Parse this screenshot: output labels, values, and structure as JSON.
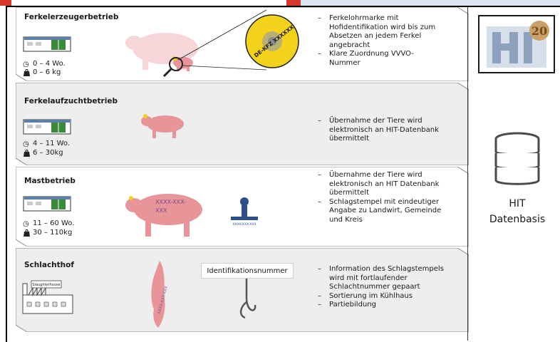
{
  "stages": [
    {
      "title": "Ferkelerzeugerbetrieb",
      "age": "0 – 4 Wo.",
      "weight": "0 – 6 kg",
      "bullets": [
        "Ferkelohrmarke mit Hofidentifikation wird bis zum Absetzen an jedem Ferkel angebracht",
        "Klare Zuordnung VVVO-Nummer"
      ]
    },
    {
      "title": "Ferkelaufzuchtbetrieb",
      "age": "4 – 11 Wo.",
      "weight": "6 – 30kg",
      "bullets": [
        "Übernahme der Tiere wird elektronisch an HIT-Datenbank übermittelt"
      ]
    },
    {
      "title": "Mastbetrieb",
      "age": "11 – 60 Wo.",
      "weight": "30 – 110kg",
      "bullets": [
        "Übernahme der Tiere wird elektronisch an HIT Datenbank übermittelt",
        "Schlagstempel mit eindeutiger Angabe zu Landwirt, Gemeinde und Kreis"
      ]
    },
    {
      "title": "Schlachthof",
      "bullets": [
        "Information des Schlagstempels wird mit fortlaufender Schlachtnummer gepaart",
        "Sortierung im Kühlhaus",
        "Partiebildung"
      ]
    }
  ],
  "ear_tag_text": "DE-KFZ XXXXXX",
  "pig_tattoo": [
    "XXXX-XXX-",
    "XXX"
  ],
  "stamp_text": "XXXX-XXX-XXX",
  "carcass_text": "XXXX-XXX-XXX",
  "slaughterhouse_sign": "Slaughterhouse",
  "id_label": "Identifikationsnummer",
  "database": {
    "line1": "HIT",
    "line2": "Datenbasis"
  },
  "logo_badge": "20",
  "colors": {
    "panel_light": "#ffffff",
    "panel_gray": "#eeeeee",
    "pig": "#e8959a",
    "tag": "#f2d21b",
    "stamp": "#2d4f8a",
    "db": "#4a4a4a"
  }
}
